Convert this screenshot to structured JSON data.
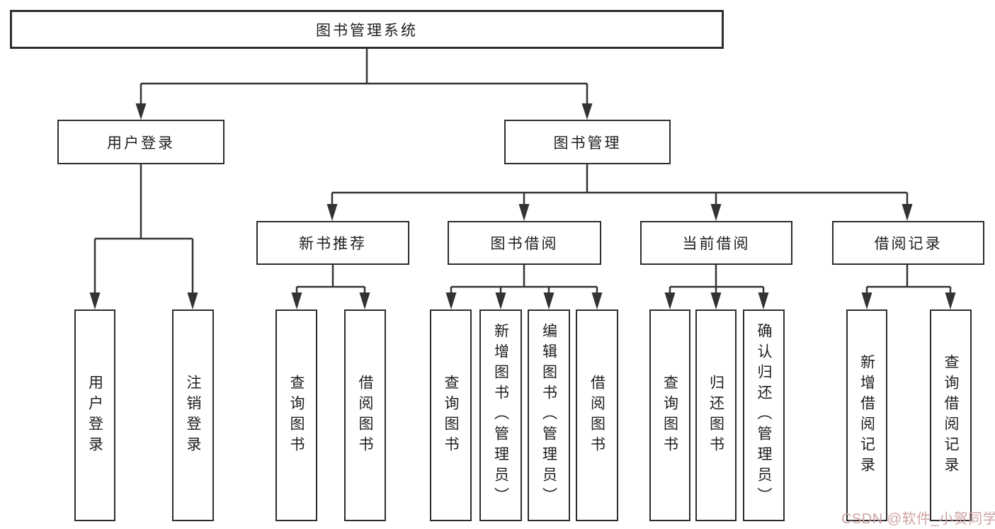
{
  "diagram": {
    "type": "hierarchy-tree",
    "root": {
      "label": "图书管理系统",
      "children": [
        {
          "label": "用户登录",
          "children": [
            {
              "label": "用户登录"
            },
            {
              "label": "注销登录"
            }
          ]
        },
        {
          "label": "图书管理",
          "children": [
            {
              "label": "新书推荐",
              "children": [
                {
                  "label": "查询图书"
                },
                {
                  "label": "借阅图书"
                }
              ]
            },
            {
              "label": "图书借阅",
              "children": [
                {
                  "label": "查询图书"
                },
                {
                  "label": "新增图书（管理员）"
                },
                {
                  "label": "编辑图书（管理员）"
                },
                {
                  "label": "借阅图书"
                }
              ]
            },
            {
              "label": "当前借阅",
              "children": [
                {
                  "label": "查询图书"
                },
                {
                  "label": "归还图书"
                },
                {
                  "label": "确认归还（管理员）"
                }
              ]
            },
            {
              "label": "借阅记录",
              "children": [
                {
                  "label": "新增借阅记录"
                },
                {
                  "label": "查询借阅记录"
                }
              ]
            }
          ]
        }
      ]
    },
    "line_color": "#333333",
    "border_color": "#2d2d2d"
  },
  "watermark": {
    "text": "CSDN @软件_小贺同学",
    "color": "#cfa2a2"
  }
}
